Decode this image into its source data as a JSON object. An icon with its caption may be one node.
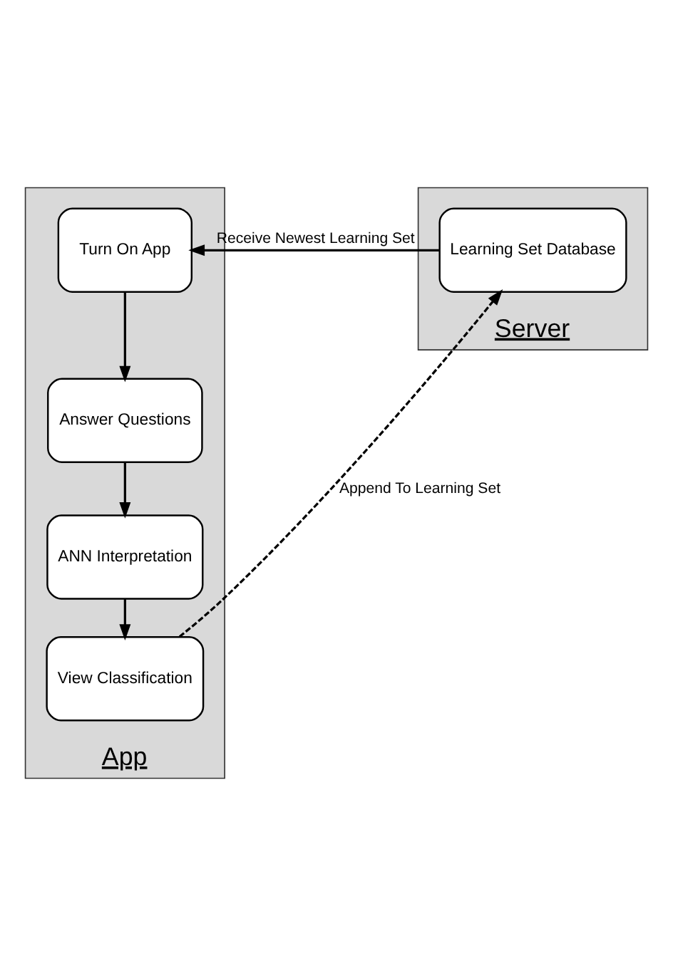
{
  "diagram": {
    "nodes": [
      {
        "text": [
          "App"
        ]
      },
      {
        "text": [
          "Turn On App"
        ],
        "in": 0
      },
      {
        "text": [
          "Answer Questions"
        ],
        "in": 0
      },
      {
        "text": [
          "ANN Interpretation"
        ],
        "in": 0
      },
      {
        "text": [
          "View Classification"
        ],
        "in": 0
      },
      {
        "text": [
          "Server"
        ]
      },
      {
        "text": [
          "Learning Set Database"
        ],
        "in": 5
      }
    ],
    "edges": [
      {
        "from": 1,
        "to": 2,
        "arrow": "to"
      },
      {
        "from": 2,
        "to": 3,
        "arrow": "to"
      },
      {
        "from": 3,
        "to": 4,
        "arrow": "to"
      },
      {
        "from": 4,
        "to": 6,
        "arrow": "to",
        "style": "dashed",
        "label": "Append To Learning Set"
      },
      {
        "from": 6,
        "to": 1,
        "arrow": "to",
        "label": "Receive Newest Learning Set"
      }
    ]
  }
}
